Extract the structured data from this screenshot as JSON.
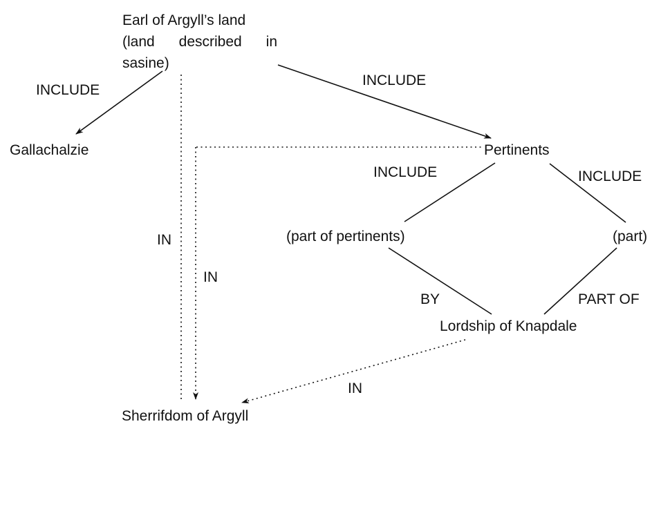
{
  "diagram": {
    "nodes": {
      "earl_land": {
        "line1": "Earl of Argyll’s land",
        "line2": "(land described in",
        "line3": "sasine)"
      },
      "gallachalzie": "Gallachalzie",
      "pertinents": "Pertinents",
      "part_of_pertinents": "(part of pertinents)",
      "part": "(part)",
      "lordship_of_knapdale": "Lordship of Knapdale",
      "sherrifdom_of_argyll": "Sherrifdom of Argyll"
    },
    "edge_labels": {
      "include_gallachalzie": "INCLUDE",
      "include_pertinents": "INCLUDE",
      "include_part_of_pertinents": "INCLUDE",
      "include_part": "INCLUDE",
      "in_earl_to_sherrifdom": "IN",
      "in_pertinents_to_sherrifdom": "IN",
      "by_lordship": "BY",
      "part_of_lordship": "PART OF",
      "in_lordship_to_sherrifdom": "IN"
    },
    "colors": {
      "line": "#111111",
      "text": "#111111",
      "background": "#ffffff"
    }
  }
}
